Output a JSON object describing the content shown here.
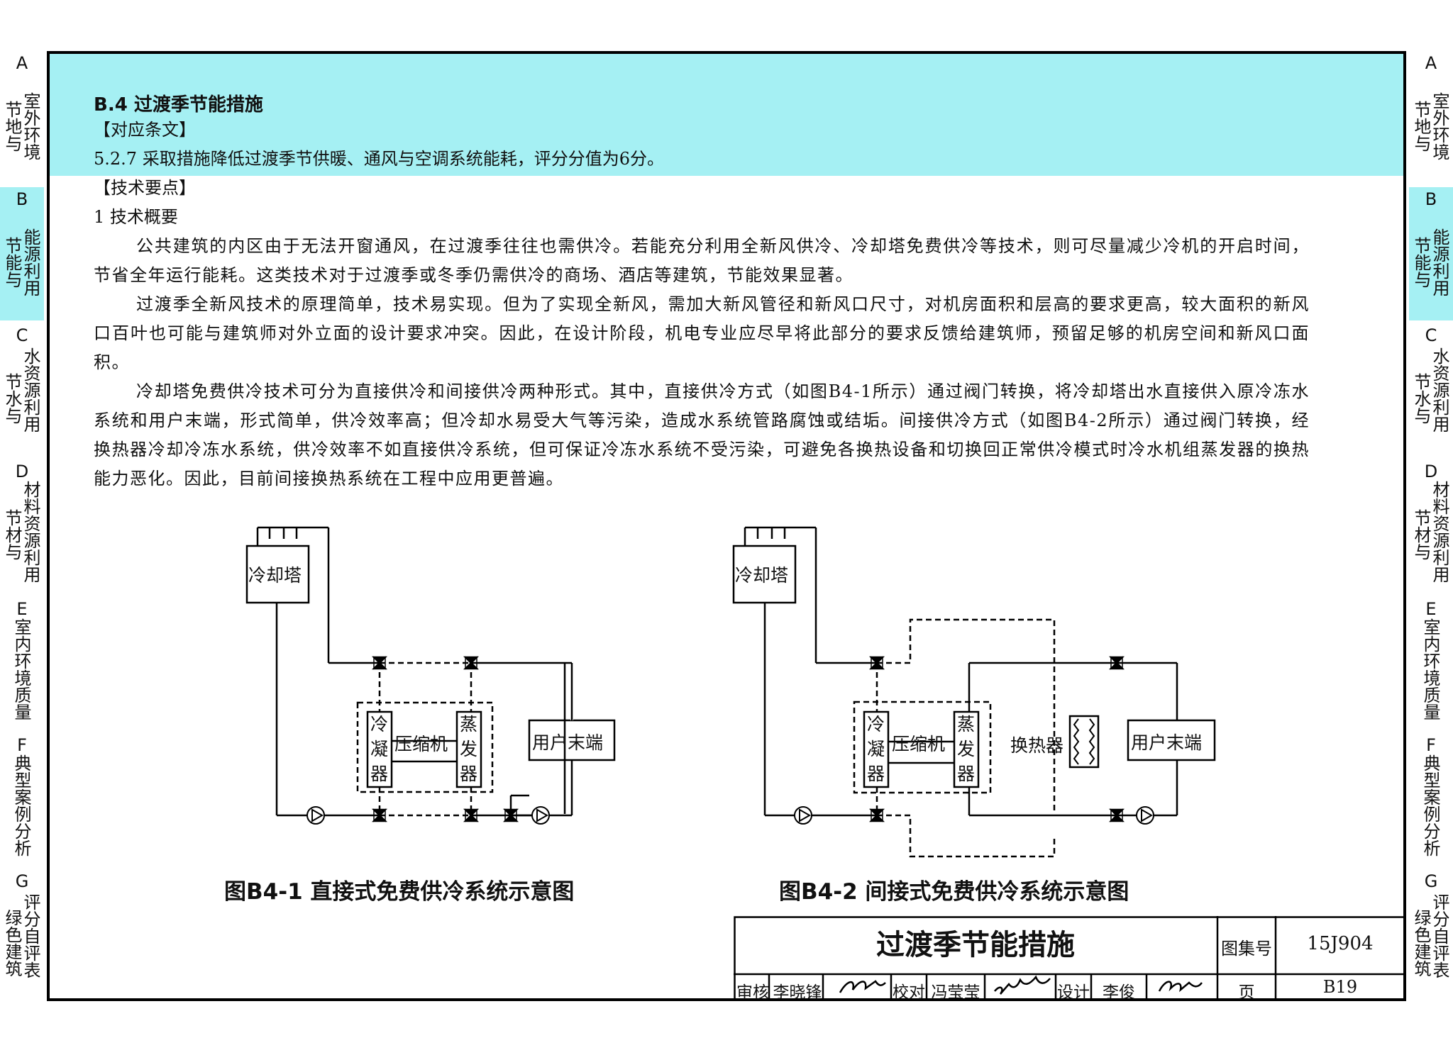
{
  "side_tabs": [
    {
      "letter": "A",
      "col1": "节地与",
      "col2": "室外环境",
      "selected": false
    },
    {
      "letter": "B",
      "col1": "节能与",
      "col2": "能源利用",
      "selected": true
    },
    {
      "letter": "C",
      "col1": "节水与",
      "col2": "水资源利用",
      "selected": false
    },
    {
      "letter": "D",
      "col1": "节材与",
      "col2": "材料资源利用",
      "selected": false
    },
    {
      "letter": "E",
      "col1": "",
      "col2": "室内环境质量",
      "selected": false
    },
    {
      "letter": "F",
      "col1": "",
      "col2": "典型案例分析",
      "selected": false
    },
    {
      "letter": "G",
      "col1": "绿色建筑",
      "col2": "评分自评表",
      "selected": false
    }
  ],
  "content": {
    "section_title": "B.4 过渡季节能措施",
    "clause_heading": "【对应条文】",
    "clause_text": "5.2.7 采取措施降低过渡季节供暖、通风与空调系统能耗，评分分值为6分。",
    "tech_heading": "【技术要点】",
    "sub_heading": "1 技术概要",
    "paragraphs": [
      "公共建筑的内区由于无法开窗通风，在过渡季往往也需供冷。若能充分利用全新风供冷、冷却塔免费供冷等技术，则可尽量减少冷机的开启时间，节省全年运行能耗。这类技术对于过渡季或冬季仍需供冷的商场、酒店等建筑，节能效果显著。",
      "过渡季全新风技术的原理简单，技术易实现。但为了实现全新风，需加大新风管径和新风口尺寸，对机房面积和层高的要求更高，较大面积的新风口百叶也可能与建筑师对外立面的设计要求冲突。因此，在设计阶段，机电专业应尽早将此部分的要求反馈给建筑师，预留足够的机房空间和新风口面积。",
      "冷却塔免费供冷技术可分为直接供冷和间接供冷两种形式。其中，直接供冷方式（如图B4-1所示）通过阀门转换，将冷却塔出水直接供入原冷冻水系统和用户末端，形式简单，供冷效率高；但冷却水易受大气等污染，造成水系统管路腐蚀或结垢。间接供冷方式（如图B4-2所示）通过阀门转换，经换热器冷却冷冻水系统，供冷效率不如直接供冷系统，但可保证冷冻水系统不受污染，可避免各换热设备和切换回正常供冷模式时冷水机组蒸发器的换热能力恶化。因此，目前间接换热系统在工程中应用更普遍。"
    ]
  },
  "diagram1": {
    "caption": "图B4-1 直接式免费供冷系统示意图",
    "cooling_tower": "冷却塔",
    "condenser": [
      "冷",
      "凝",
      "器"
    ],
    "compressor": "压缩机",
    "evaporator": [
      "蒸",
      "发",
      "器"
    ],
    "user_terminal": "用户末端"
  },
  "diagram2": {
    "caption": "图B4-2 间接式免费供冷系统示意图",
    "cooling_tower": "冷却塔",
    "condenser": [
      "冷",
      "凝",
      "器"
    ],
    "compressor": "压缩机",
    "evaporator": [
      "蒸",
      "发",
      "器"
    ],
    "heat_exchanger": "换热器",
    "user_terminal": "用户末端"
  },
  "title_block": {
    "title": "过渡季节能措施",
    "atlas_label": "图集号",
    "atlas_no": "15J904",
    "review_label": "审核",
    "reviewer": "李晓锋",
    "check_label": "校对",
    "checker": "冯莹莹",
    "design_label": "设计",
    "designer": "李俊",
    "page_label": "页",
    "page_no": "B19"
  }
}
